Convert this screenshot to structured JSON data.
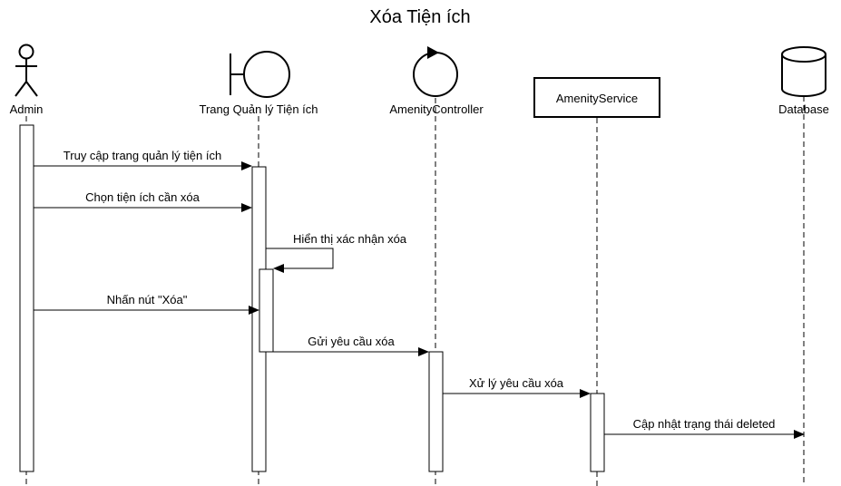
{
  "title": "Xóa Tiện ích",
  "participants": [
    {
      "id": "admin",
      "label": "Admin",
      "kind": "actor"
    },
    {
      "id": "page",
      "label": "Trang Quản lý Tiện ích",
      "kind": "boundary"
    },
    {
      "id": "controller",
      "label": "AmenityController",
      "kind": "control"
    },
    {
      "id": "service",
      "label": "AmenityService",
      "kind": "class-box"
    },
    {
      "id": "database",
      "label": "Database",
      "kind": "database"
    }
  ],
  "messages": [
    {
      "label": "Truy cập trang quản lý tiện ích",
      "from": "admin",
      "to": "page"
    },
    {
      "label": "Chọn tiện ích cần xóa",
      "from": "admin",
      "to": "page"
    },
    {
      "label": "Hiển thị xác nhận xóa",
      "from": "page",
      "to": "page",
      "self": true
    },
    {
      "label": "Nhấn nút \"Xóa\"",
      "from": "admin",
      "to": "page"
    },
    {
      "label": "Gửi yêu cầu xóa",
      "from": "page",
      "to": "controller"
    },
    {
      "label": "Xử lý yêu cầu xóa",
      "from": "controller",
      "to": "service"
    },
    {
      "label": "Cập nhật trạng thái deleted",
      "from": "service",
      "to": "database"
    }
  ]
}
